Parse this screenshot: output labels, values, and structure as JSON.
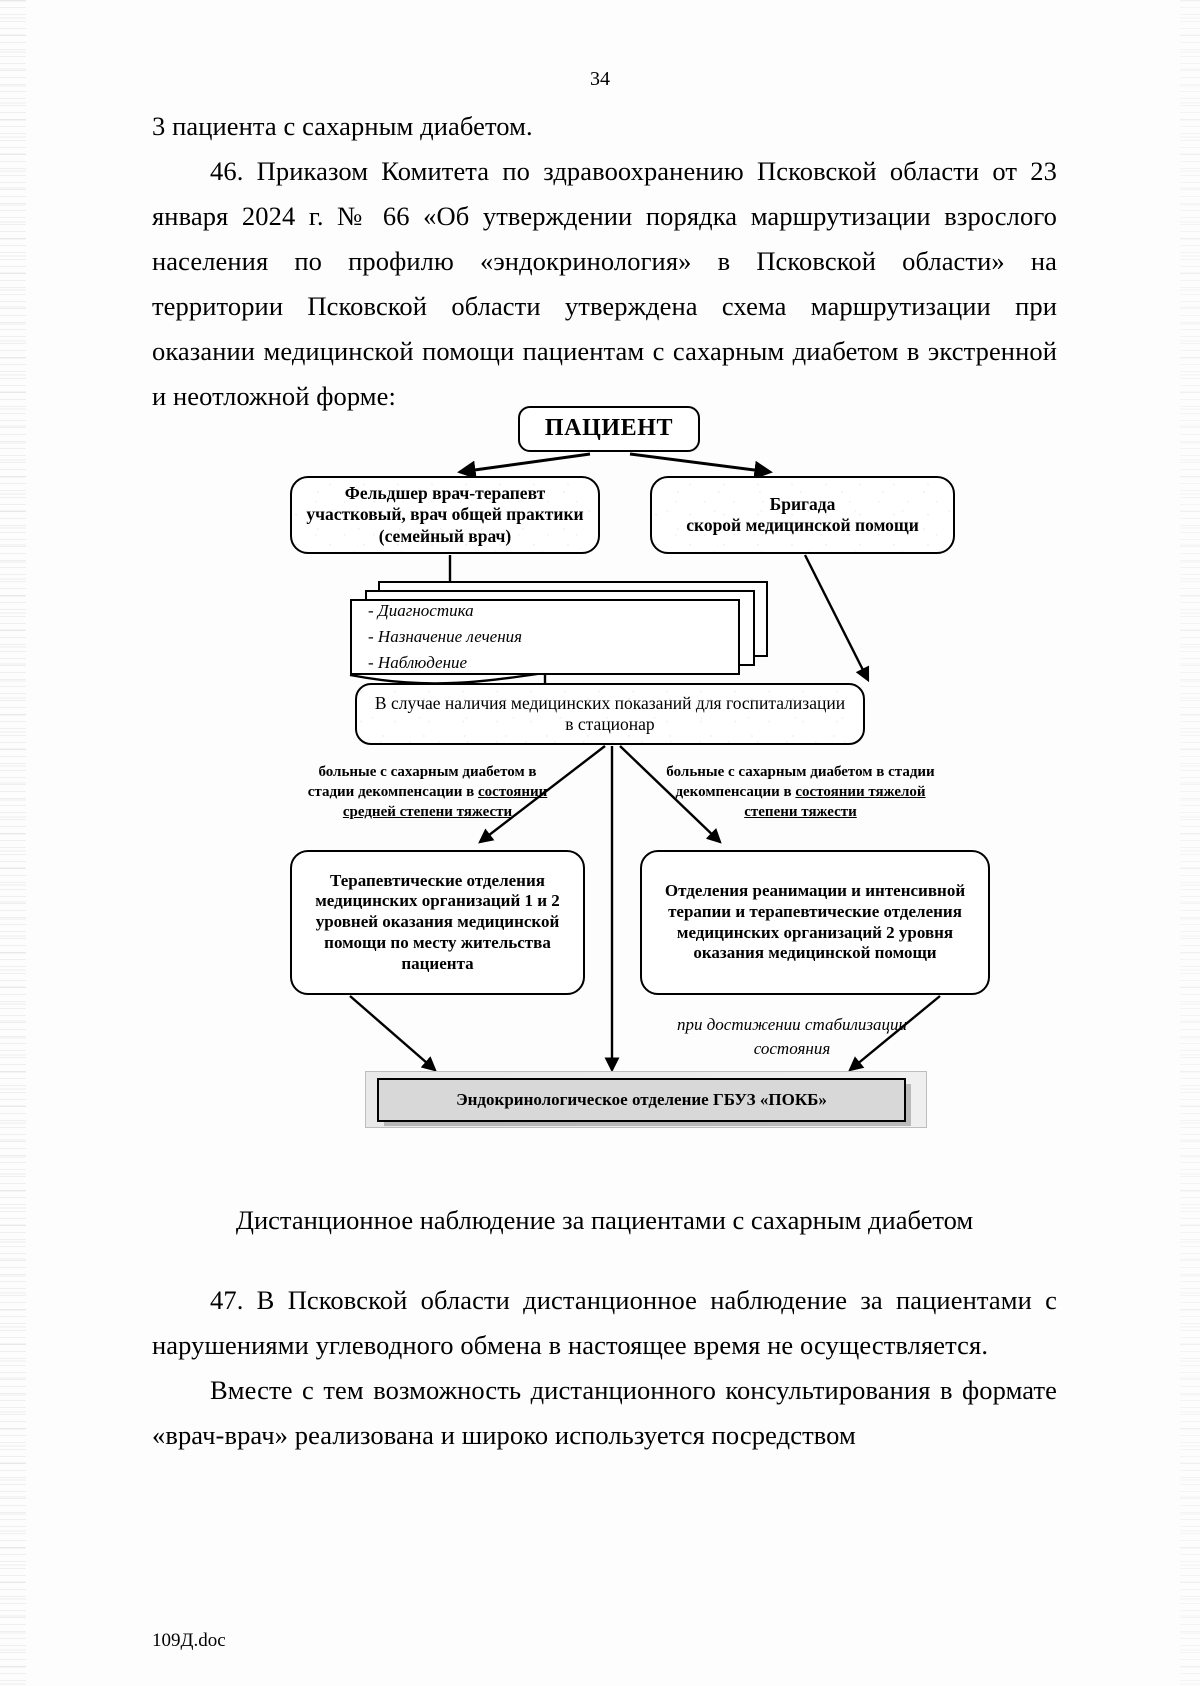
{
  "page": {
    "number": "34",
    "footer": "109Д.doc"
  },
  "body": {
    "para_1": "3 пациента с сахарным диабетом.",
    "para_2": "46. Приказом Комитета по здравоохранению Псковской области от 23 января 2024 г. № 66 «Об утверждении порядка маршрутизации взрослого населения по профилю «эндокринология» в Псковской области» на территории Псковской области утверждена схема маршрутизации при оказании медицинской помощи пациентам с сахарным диабетом в экстренной и неотложной форме:",
    "subheading": "Дистанционное наблюдение за пациентами с сахарным диабетом",
    "para_3": "47. В Псковской области дистанционное наблюдение за пациентами с нарушениями углеводного обмена в настоящее время не осуществляется.",
    "para_4": "Вместе с тем возможность дистанционного консультирования в формате «врач-врач» реализована и широко используется посредством"
  },
  "diagram": {
    "patient": "ПАЦИЕНТ",
    "feldsher": {
      "line1": "Фельдшер врач-терапевт",
      "line2": "участковый, врач общей практики",
      "line3": "(семейный врач)"
    },
    "brigade": {
      "line1": "Бригада",
      "line2": "скорой медицинской помощи"
    },
    "tasks": {
      "item1": "- Диагностика",
      "item2": "- Назначение лечения",
      "item3": "- Наблюдение"
    },
    "hospital": {
      "line1": "В случае наличия медицинских показаний для госпитализации",
      "line2": "в стационар"
    },
    "label_moderate": {
      "plain": "больные с сахарным диабетом в стадии декомпенсации в ",
      "underlined": "состоянии средней степени тяжести"
    },
    "label_severe": {
      "plain": "больные с сахарным диабетом в стадии декомпенсации в ",
      "underlined": "состоянии тяжелой степени тяжести"
    },
    "therapy": {
      "line1": "Терапевтические отделения",
      "line2": "медицинских организаций 1 и 2",
      "line3": "уровней оказания медицинской",
      "line4": "помощи по месту жительства",
      "line5": "пациента"
    },
    "icu": {
      "line1": "Отделения реанимации и интенсивной",
      "line2": "терапии и терапевтические отделения",
      "line3": "медицинских организаций 2 уровня",
      "line4": "оказания медицинской помощи"
    },
    "stabilization": {
      "line1": "при достижении стабилизации",
      "line2": "состояния"
    },
    "endocrine": "Эндокринологическое отделение ГБУЗ «ПОКБ»"
  },
  "colors": {
    "ink": "#000000",
    "paper": "#ffffff",
    "banner_fill": "#d8d8d8"
  }
}
